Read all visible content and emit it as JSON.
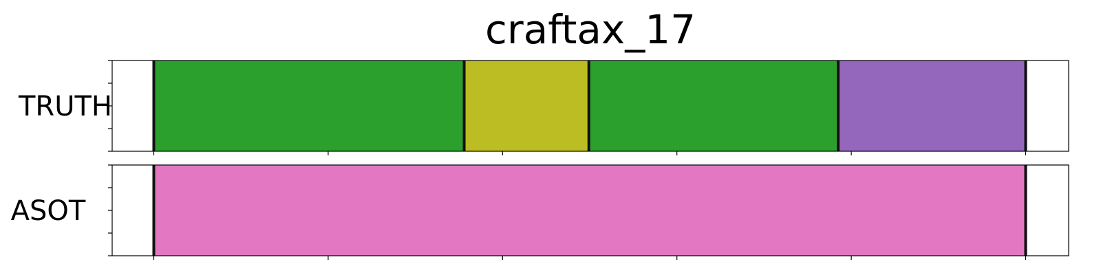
{
  "chart_data": {
    "type": "segmentation",
    "title": "craftax_17",
    "x_range": [
      0,
      100
    ],
    "rows": [
      {
        "label": "TRUTH",
        "segments": [
          {
            "start": 0,
            "end": 35.6,
            "color": "#2ca02c"
          },
          {
            "start": 35.6,
            "end": 49.9,
            "color": "#bcbd22"
          },
          {
            "start": 49.9,
            "end": 78.5,
            "color": "#2ca02c"
          },
          {
            "start": 78.5,
            "end": 100,
            "color": "#9467bd"
          }
        ],
        "boundaries": [
          0,
          35.6,
          49.9,
          78.5,
          100
        ]
      },
      {
        "label": "ASOT",
        "segments": [
          {
            "start": 0,
            "end": 100,
            "color": "#e377c2"
          }
        ],
        "boundaries": [
          0,
          100
        ]
      }
    ],
    "x_ticks": [
      0,
      20,
      40,
      60,
      80,
      100
    ],
    "grid": false,
    "legend": "none"
  }
}
